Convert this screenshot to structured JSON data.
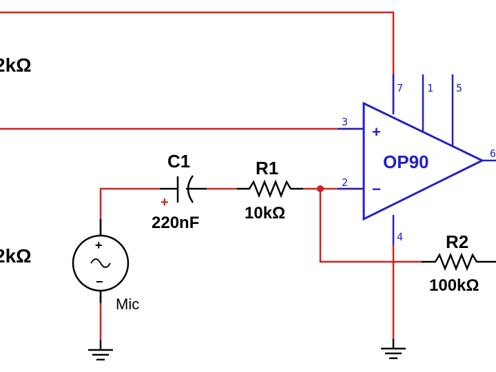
{
  "colors": {
    "wire": "#d61f1f",
    "component": "#000000",
    "opamp": "#2020c8",
    "background": "#ffffff"
  },
  "labels": {
    "left_resistor_top": "2kΩ",
    "left_resistor_bottom": "2kΩ",
    "c1_name": "C1",
    "c1_value": "220nF",
    "c1_polarity": "+",
    "r1_name": "R1",
    "r1_value": "10kΩ",
    "r2_name": "R2",
    "r2_value": "100kΩ",
    "source_name": "Mic",
    "source_plus": "+",
    "source_minus": "−"
  },
  "opamp": {
    "name": "OP90",
    "plus_sign": "+",
    "minus_sign": "−",
    "pins": {
      "p7": "7",
      "p1": "1",
      "p5": "5",
      "p3": "3",
      "p2": "2",
      "p4": "4",
      "p6": "6"
    }
  },
  "icons": [
    "ground-icon",
    "ac-source-icon",
    "resistor-icon",
    "capacitor-icon",
    "opamp-icon"
  ]
}
